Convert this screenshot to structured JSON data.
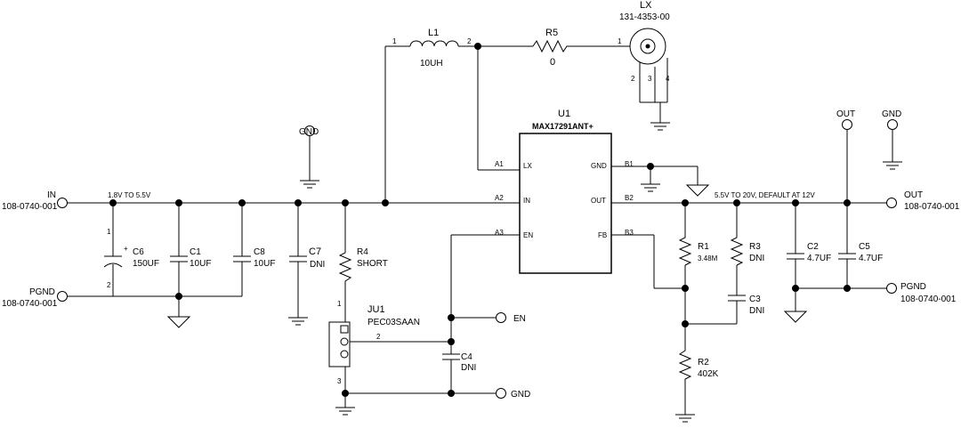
{
  "nets": {
    "in_label": "IN",
    "in_part": "108-0740-001",
    "pgnd_in_label": "PGND",
    "pgnd_in_part": "108-0740-001",
    "out_label": "OUT",
    "out_part": "108-0740-001",
    "pgnd_out_label": "PGND",
    "pgnd_out_part": "108-0740-001",
    "out_top_label": "OUT",
    "gnd_top_label": "GND",
    "gnd_mid_label": "GND",
    "en_label": "EN",
    "gnd_bottom_label": "GND",
    "vin_range": "1.8V TO 5.5V",
    "vout_range": "5.5V TO 20V, DEFAULT AT 12V"
  },
  "u1": {
    "ref": "U1",
    "value": "MAX17291ANT+",
    "pins": {
      "a1": "A1",
      "a1_name": "LX",
      "a2": "A2",
      "a2_name": "IN",
      "a3": "A3",
      "a3_name": "EN",
      "b1": "B1",
      "b1_name": "GND",
      "b2": "B2",
      "b2_name": "OUT",
      "b3": "B3",
      "b3_name": "FB"
    }
  },
  "l1": {
    "ref": "L1",
    "value": "10UH",
    "pin1": "1",
    "pin2": "2"
  },
  "r5": {
    "ref": "R5",
    "value": "0"
  },
  "lx": {
    "ref": "LX",
    "value": "131-4353-00",
    "pin1": "1",
    "pin2": "2",
    "pin3": "3",
    "pin4": "4"
  },
  "c6": {
    "ref": "C6",
    "value": "150UF",
    "pin1": "1",
    "pin2": "2",
    "plus": "+"
  },
  "c1": {
    "ref": "C1",
    "value": "10UF"
  },
  "c8": {
    "ref": "C8",
    "value": "10UF"
  },
  "c7": {
    "ref": "C7",
    "value": "DNI"
  },
  "r4": {
    "ref": "R4",
    "value": "SHORT"
  },
  "ju1": {
    "ref": "JU1",
    "value": "PEC03SAAN",
    "pin1": "1",
    "pin2": "2",
    "pin3": "3"
  },
  "c4": {
    "ref": "C4",
    "value": "DNI"
  },
  "r1": {
    "ref": "R1",
    "value": "3.48M"
  },
  "r3": {
    "ref": "R3",
    "value": "DNI"
  },
  "c3": {
    "ref": "C3",
    "value": "DNI"
  },
  "r2": {
    "ref": "R2",
    "value": "402K"
  },
  "c2": {
    "ref": "C2",
    "value": "4.7UF"
  },
  "c5": {
    "ref": "C5",
    "value": "4.7UF"
  }
}
